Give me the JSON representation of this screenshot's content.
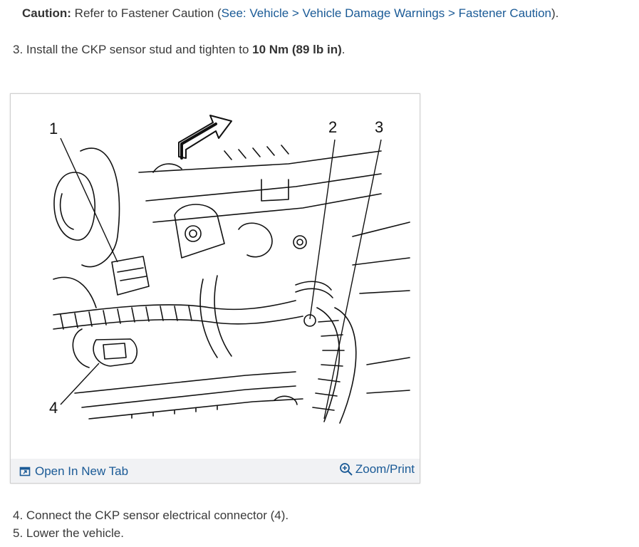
{
  "caution": {
    "label": "Caution:",
    "text": " Refer to Fastener Caution (",
    "link_text": "See: Vehicle > Vehicle Damage Warnings > Fastener Caution",
    "close": ")."
  },
  "steps": {
    "s3": {
      "text": "3. Install the CKP sensor stud and tighten to ",
      "spec": "10 Nm (89 lb in)",
      "end": "."
    },
    "s4": {
      "text": "4. Connect the CKP sensor electrical connector (4)."
    },
    "s5": {
      "text": "5. Lower the vehicle."
    }
  },
  "figure": {
    "callouts": {
      "c1": "1",
      "c2": "2",
      "c3": "3",
      "c4": "4"
    },
    "open_tab_label": "Open In New Tab",
    "zoom_label": "Zoom/Print",
    "icons": {
      "open_tab": "open-in-new-tab-icon",
      "zoom": "magnifier-plus-icon"
    }
  },
  "colors": {
    "link": "#1a5a96",
    "text": "#3a3a3a",
    "bar": "#f1f2f4"
  }
}
